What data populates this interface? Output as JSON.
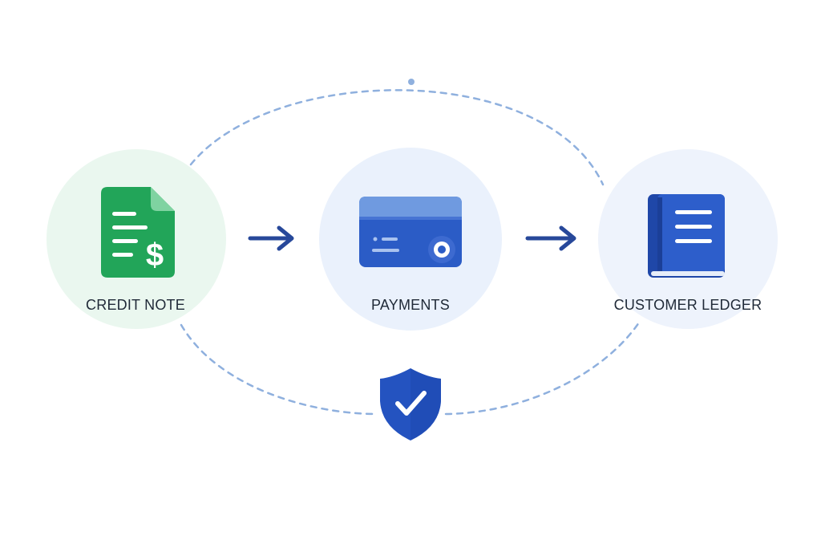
{
  "diagram": {
    "nodes": [
      {
        "id": "credit-note",
        "label": "CREDIT NOTE",
        "icon": "document-dollar-icon",
        "color": "#22a559",
        "halo": "#eaf7ef"
      },
      {
        "id": "payments",
        "label": "PAYMENTS",
        "icon": "credit-card-icon",
        "color": "#2b5cc6",
        "halo": "#eaf1fc"
      },
      {
        "id": "customer-ledger",
        "label": "CUSTOMER LEDGER",
        "icon": "ledger-book-icon",
        "color": "#2453c0",
        "halo": "#eef3fc"
      }
    ],
    "flow_arrows": [
      {
        "from": "credit-note",
        "to": "payments"
      },
      {
        "from": "payments",
        "to": "customer-ledger"
      }
    ],
    "cycle": {
      "style": "dashed",
      "color": "#8fb0de"
    },
    "badge": {
      "icon": "shield-check-icon",
      "color": "#2453c0"
    },
    "arrow_color": "#27489a"
  }
}
